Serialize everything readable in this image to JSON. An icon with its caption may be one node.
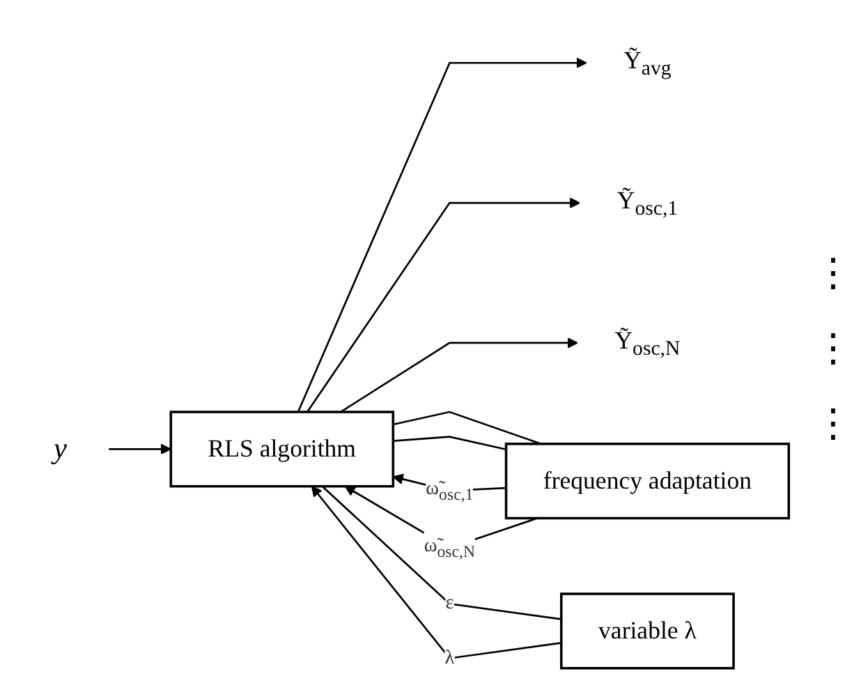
{
  "diagram": {
    "nodes": [
      {
        "text": [
          "RLS algorithm"
        ]
      },
      {
        "text": [
          "variable λ"
        ]
      },
      {
        "text": [
          "frequency adaptation"
        ]
      },
      {
        "text": [
          "y"
        ]
      },
      {
        "text": [
          "Ỹ$_{avg}$"
        ]
      },
      {
        "text": [
          "Ỹ$_{osc,1}$"
        ]
      },
      {
        "text": [
          "Ỹ$_{osc,N}$"
        ]
      }
    ],
    "edges": [
      {
        "from": 3,
        "to": 0,
        "arrow": "to"
      },
      {
        "from": 0,
        "to": 4,
        "arrow": "to"
      },
      {
        "from": 0,
        "to": 5,
        "arrow": "to"
      },
      {
        "from": 0,
        "to": 6,
        "arrow": "to"
      },
      {
        "from": 2,
        "to": 0,
        "label": "ω̃$_{osc,1}$",
        "arrow": "to"
      },
      {
        "from": 2,
        "to": 0,
        "label": "ω̃$_{osc,N}$",
        "arrow": "to"
      },
      {
        "from": 0,
        "to": 2,
        "arrow": "none"
      },
      {
        "from": 0,
        "to": 2,
        "arrow": "none"
      },
      {
        "from": 0,
        "to": 1,
        "label": "ε",
        "arrow": "none"
      },
      {
        "from": 1,
        "to": 0,
        "label": "λ",
        "arrow": "to"
      }
    ],
    "labels": [
      "⋮",
      "⋮",
      "⋮"
    ]
  }
}
